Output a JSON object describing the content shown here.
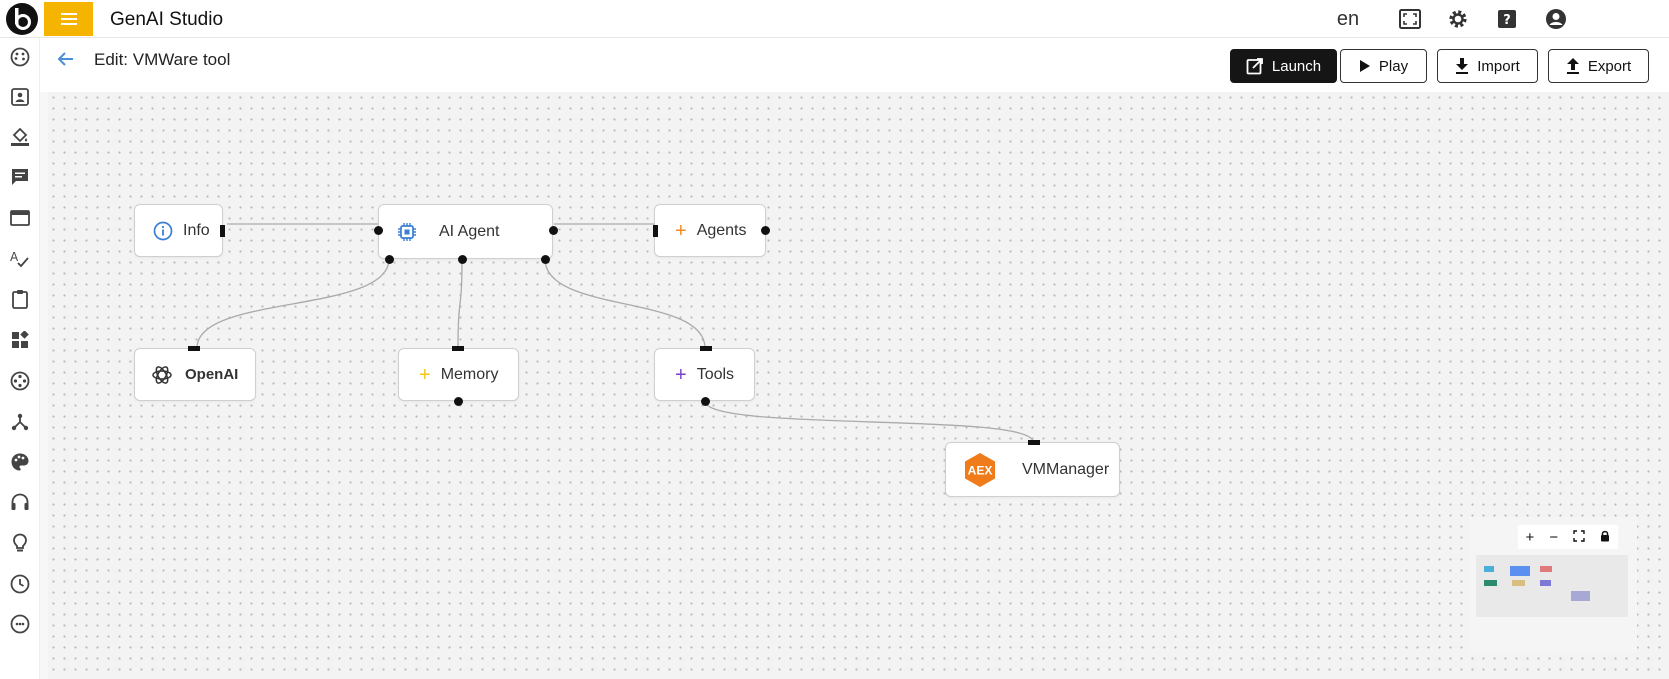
{
  "app": {
    "title": "GenAI Studio",
    "language": "en",
    "brand_color": "#f5b400"
  },
  "topbar_icons": [
    "fullscreen-icon",
    "settings-gear-icon",
    "help-icon",
    "account-icon"
  ],
  "sidebar_icons": [
    "palette-dots-icon",
    "contact-card-icon",
    "paint-bucket-icon",
    "chat-icon",
    "window-icon",
    "spellcheck-icon",
    "clipboard-icon",
    "widgets-icon",
    "film-reel-icon",
    "hierarchy-icon",
    "palette-icon",
    "headset-icon",
    "lightbulb-icon",
    "clock-icon",
    "more-icon"
  ],
  "page": {
    "title": "Edit: VMWare tool"
  },
  "toolbar": {
    "launch": "Launch",
    "play": "Play",
    "import": "Import",
    "export": "Export"
  },
  "flow": {
    "nodes": {
      "info": {
        "label": "Info",
        "icon": "info-icon"
      },
      "ai_agent": {
        "label": "AI Agent",
        "icon": "chip-icon"
      },
      "agents": {
        "label": "Agents",
        "icon": "plus-icon",
        "color": "#f08a24"
      },
      "openai": {
        "label": "OpenAI",
        "icon": "openai-logo-icon"
      },
      "memory": {
        "label": "Memory",
        "icon": "plus-icon",
        "color": "#f5c518"
      },
      "tools": {
        "label": "Tools",
        "icon": "plus-icon",
        "color": "#7b3fc8"
      },
      "vmmanager": {
        "label": "VMManager",
        "icon": "aex-logo-icon",
        "logo_text": "AEX"
      }
    }
  },
  "minimap": {
    "controls": [
      "+",
      "−"
    ],
    "control_icons": [
      "zoom-in-icon",
      "zoom-out-icon",
      "fit-view-icon",
      "lock-icon"
    ]
  }
}
